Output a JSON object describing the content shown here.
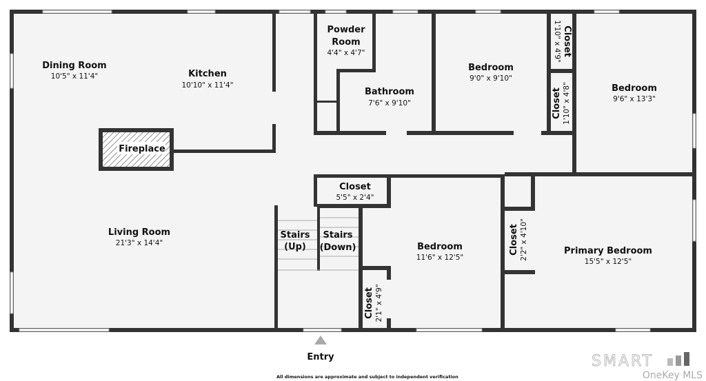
{
  "rooms": {
    "dining": {
      "name": "Dining Room",
      "dims": "10'5\" x 11'4\""
    },
    "kitchen": {
      "name": "Kitchen",
      "dims": "10'10\" x 11'4\""
    },
    "fireplace": {
      "name": "Fireplace"
    },
    "living": {
      "name": "Living Room",
      "dims": "21'3\" x 14'4\""
    },
    "powder": {
      "name1": "Powder",
      "name2": "Room",
      "dims": "4'4\" x 4'7\""
    },
    "bathroom": {
      "name": "Bathroom",
      "dims": "7'6\" x 9'10\""
    },
    "bedroom1": {
      "name": "Bedroom",
      "dims": "9'0\" x 9'10\""
    },
    "closet_top": {
      "name": "Closet",
      "dims": "1'10\" x 4'9\""
    },
    "closet_mid": {
      "name": "Closet",
      "dims": "1'10\" x 4'8\""
    },
    "bedroom2": {
      "name": "Bedroom",
      "dims": "9'6\" x 13'3\""
    },
    "closet_hall": {
      "name": "Closet",
      "dims": "5'5\" x 2'4\""
    },
    "stairs_up": {
      "name1": "Stairs",
      "name2": "(Up)"
    },
    "stairs_down": {
      "name1": "Stairs",
      "name2": "(Down)"
    },
    "bedroom3": {
      "name": "Bedroom",
      "dims": "11'6\" x 12'5\""
    },
    "closet_small": {
      "name": "Closet",
      "dims": "2'1\" x 4'9\""
    },
    "closet_primary": {
      "name": "Closet",
      "dims": "2'2\" x 4'10\""
    },
    "primary": {
      "name": "Primary Bedroom",
      "dims": "15'5\" x 12'5\""
    }
  },
  "entry_label": "Entry",
  "disclaimer": "All dimensions are approximate and subject to independent verification",
  "logo": {
    "brand": "SMART",
    "sub": "MLS",
    "name": "OneKey MLS"
  }
}
